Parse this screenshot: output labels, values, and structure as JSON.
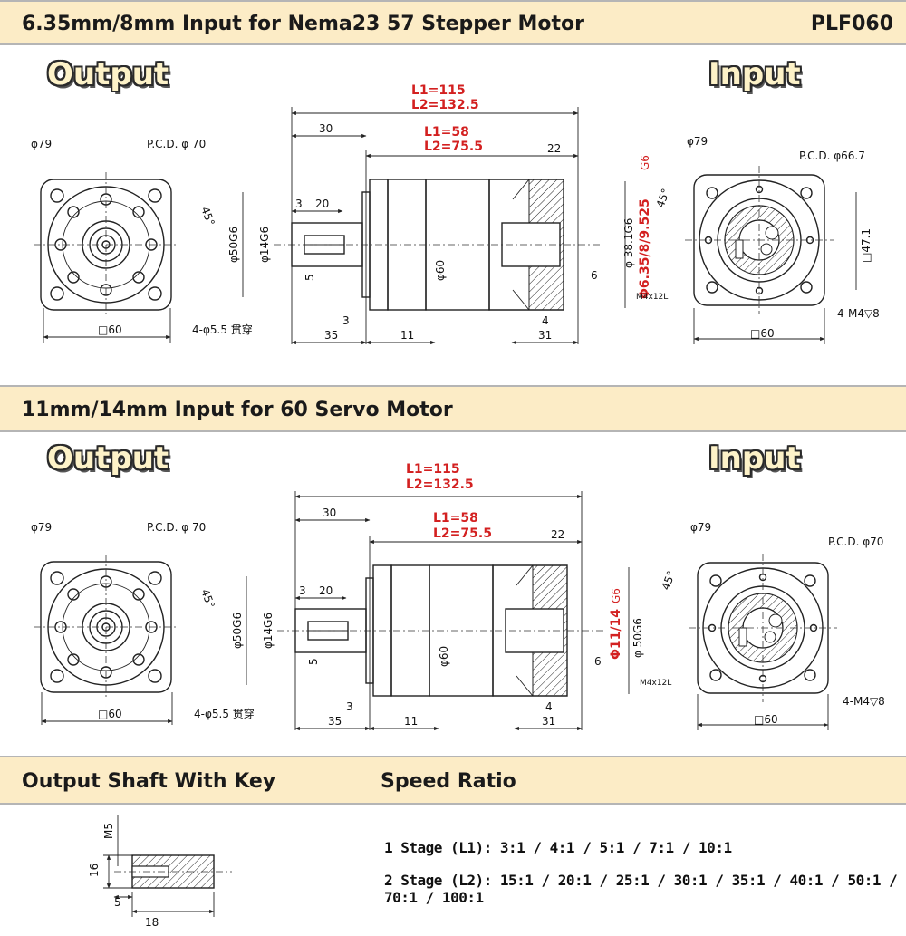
{
  "header1": {
    "title": "6.35mm/8mm Input for Nema23 57 Stepper Motor",
    "model": "PLF060"
  },
  "header2": {
    "title": "11mm/14mm Input for 60 Servo Motor"
  },
  "header3": {
    "left": "Output Shaft With Key",
    "right": "Speed Ratio"
  },
  "section_labels": {
    "output": "Output",
    "input": "Input"
  },
  "dims_common": {
    "d79": "φ79",
    "pcd70": "P.C.D. φ 70",
    "sq60": "□60",
    "holes_out": "4-φ5.5 贯穿",
    "deg45": "45°",
    "l_total_1": "L1=115",
    "l_total_2": "L2=132.5",
    "l_body_1": "L1=58",
    "l_body_2": "L2=75.5",
    "d30": "30",
    "d22": "22",
    "d20": "20",
    "d3a": "3",
    "d5": "5",
    "d3b": "3",
    "d35": "35",
    "d11": "11",
    "d4": "4",
    "d31": "31",
    "d6": "6",
    "d50g6": "φ50G6",
    "d14g6": "φ14G6",
    "d60": "φ60",
    "m4x12": "M4x12L",
    "holes_in": "4-M4▽8"
  },
  "dims_top": {
    "d381": "φ 38.1G6",
    "bore": "Φ6.35/8/9.525",
    "bore_tol": "G6",
    "pcd_in": "P.C.D. φ66.7",
    "d471": "□47.1"
  },
  "dims_bottom": {
    "bore": "Φ11/14",
    "bore_tol": "G6",
    "d50": "φ 50G6",
    "pcd_in": "P.C.D. φ70"
  },
  "key_dims": {
    "m5": "M5",
    "d16": "16",
    "d5": "5",
    "d18": "18"
  },
  "speed_ratio": {
    "stage1": "1 Stage (L1): 3:1 / 4:1 / 5:1 / 7:1 / 10:1",
    "stage2": "2 Stage (L2): 15:1 / 20:1 / 25:1 / 30:1 / 35:1 / 40:1 / 50:1 / 70:1 / 100:1"
  },
  "colors": {
    "band": "#fcecc6",
    "accent_red": "#d32020",
    "line": "#222222"
  }
}
